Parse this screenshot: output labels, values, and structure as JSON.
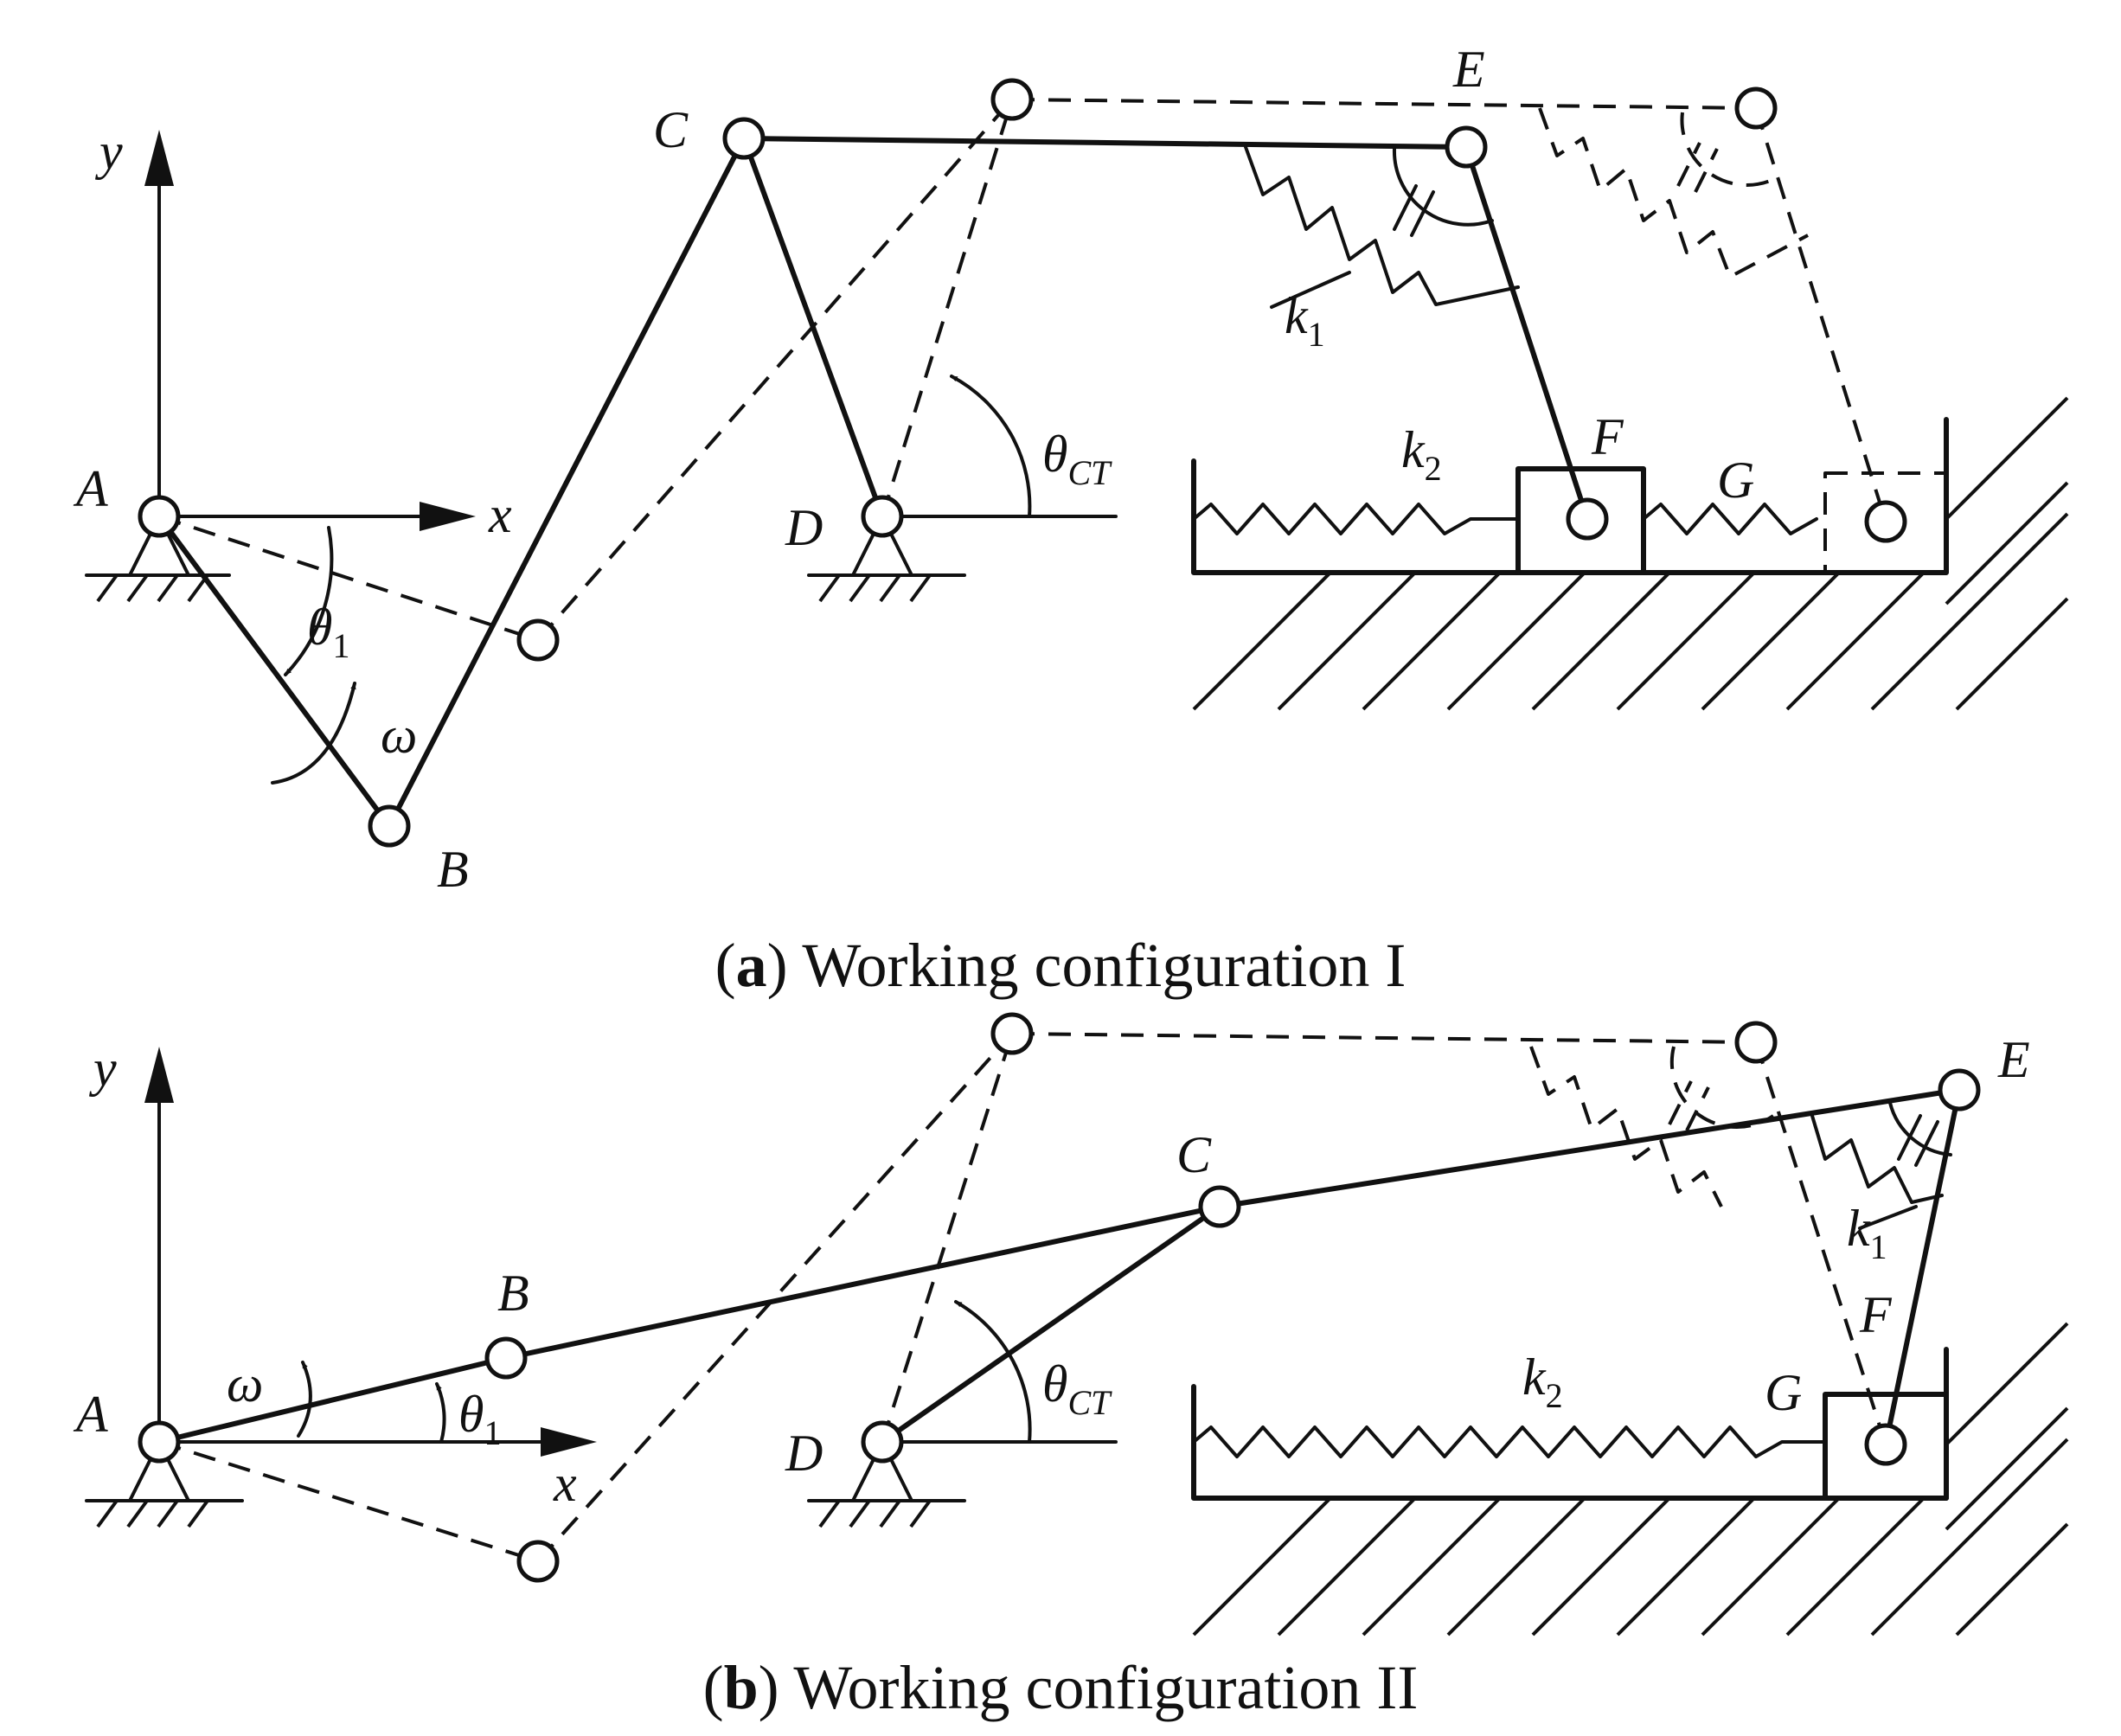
{
  "panel_a": {
    "caption_open": "(",
    "caption_letter": "a",
    "caption_text": ") Working configuration I",
    "labels": {
      "y": "y",
      "x": "x",
      "A": "A",
      "B": "B",
      "C": "C",
      "D": "D",
      "E": "E",
      "F": "F",
      "G": "G",
      "omega": "ω",
      "theta1": "θ",
      "theta1_sub": "1",
      "thetaCT": "θ",
      "thetaCT_sub": "CT",
      "k1": "k",
      "k1_sub": "1",
      "k2": "k",
      "k2_sub": "2"
    }
  },
  "panel_b": {
    "caption_open": "(",
    "caption_letter": "b",
    "caption_text": ") Working configuration II",
    "labels": {
      "y": "y",
      "x": "x",
      "A": "A",
      "B": "B",
      "C": "C",
      "D": "D",
      "E": "E",
      "F": "F",
      "G": "G",
      "omega": "ω",
      "theta1": "θ",
      "theta1_sub": "1",
      "thetaCT": "θ",
      "thetaCT_sub": "CT",
      "k1": "k",
      "k1_sub": "1",
      "k2": "k",
      "k2_sub": "2"
    }
  }
}
